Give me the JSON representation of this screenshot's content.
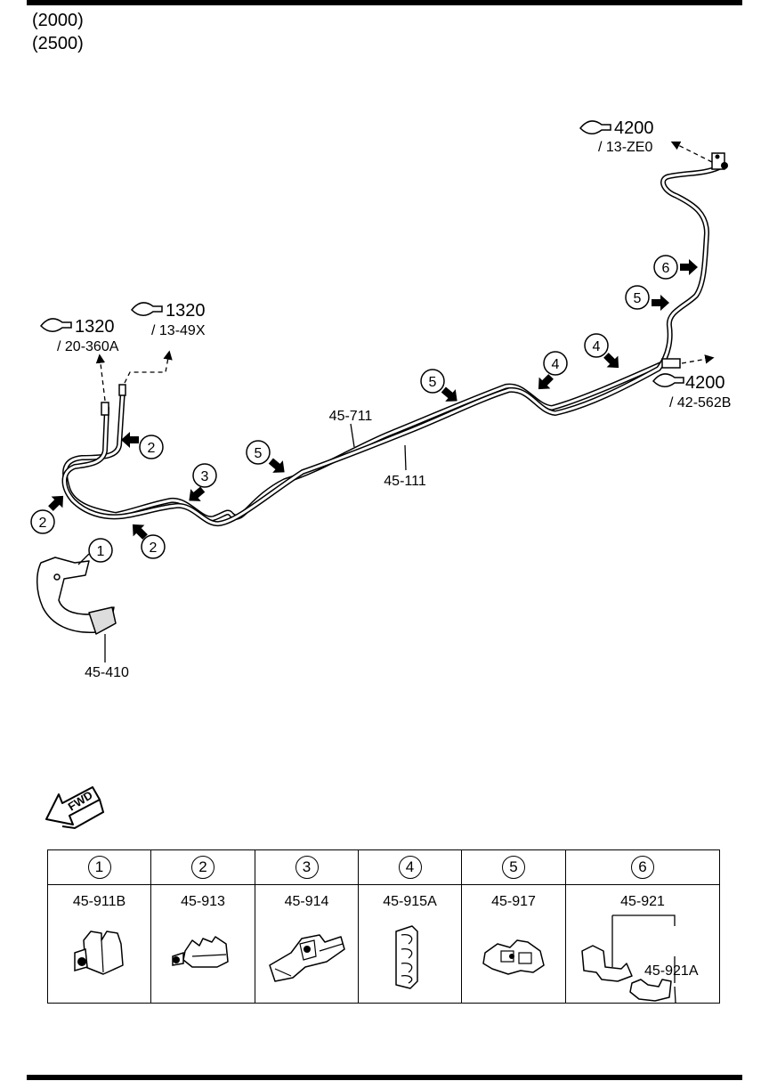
{
  "header": {
    "codes": [
      "(2000)",
      "(2500)"
    ]
  },
  "references": [
    {
      "num": "4200",
      "sub": "/ 13-ZE0"
    },
    {
      "num": "1320",
      "sub": "/ 13-49X"
    },
    {
      "num": "1320",
      "sub": "/ 20-360A"
    },
    {
      "num": "4200",
      "sub": "/ 42-562B"
    }
  ],
  "lines": {
    "upper": "45-711",
    "lower": "45-111"
  },
  "protector": {
    "part": "45-410"
  },
  "callouts": [
    "1",
    "2",
    "3",
    "4",
    "5",
    "6"
  ],
  "direction": {
    "label": "FWD"
  },
  "clips_table": [
    {
      "index": "1",
      "part": "45-911B"
    },
    {
      "index": "2",
      "part": "45-913"
    },
    {
      "index": "3",
      "part": "45-914"
    },
    {
      "index": "4",
      "part": "45-915A"
    },
    {
      "index": "5",
      "part": "45-917"
    },
    {
      "index": "6",
      "part": "45-921",
      "part_b": "45-921A"
    }
  ],
  "colors": {
    "ink": "#000000",
    "paper": "#ffffff"
  }
}
